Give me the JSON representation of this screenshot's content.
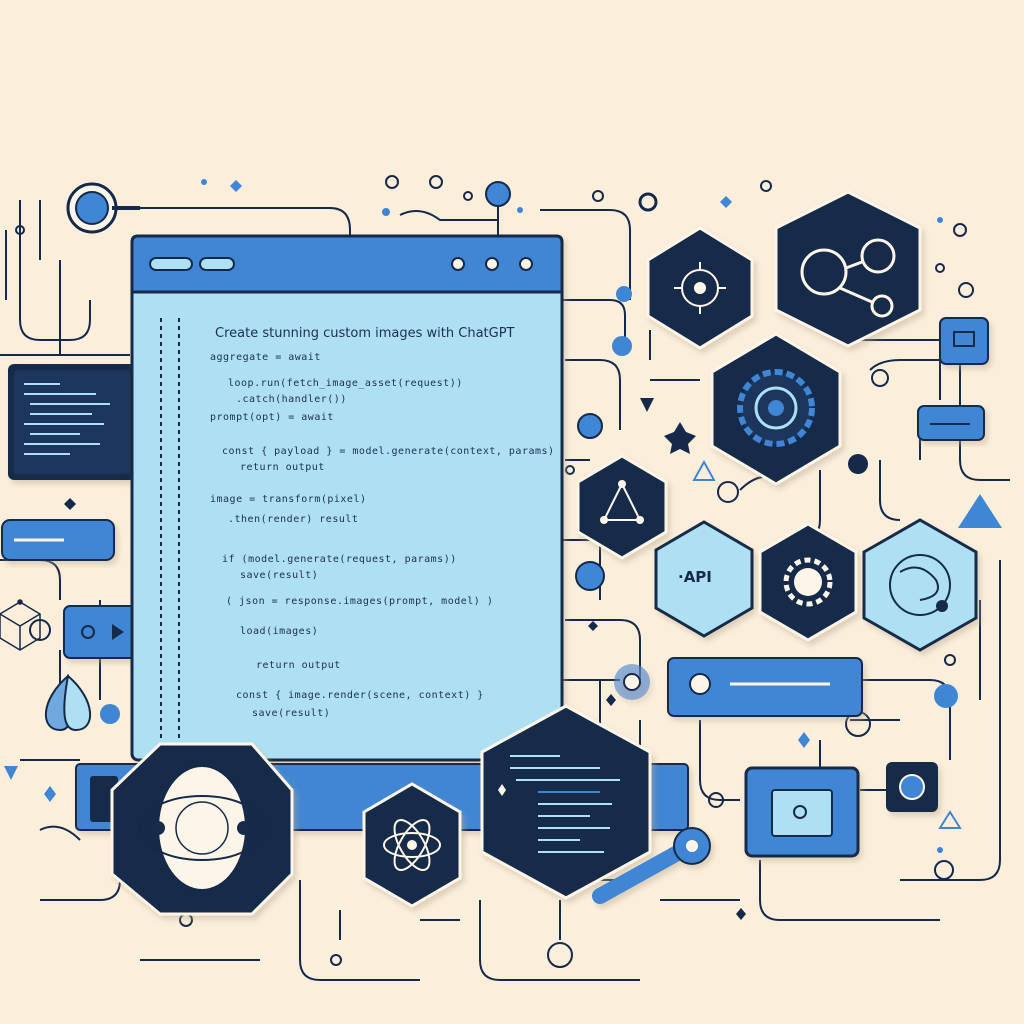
{
  "colors": {
    "background": "#fbefdc",
    "navy": "#17294a",
    "blue": "#3f86d4",
    "light_blue": "#aee0f2",
    "cream": "#fdf6e8"
  },
  "editor": {
    "title": "Create stunning custom images with ChatGPT",
    "window_buttons": [
      "minimize-pill",
      "restore-pill",
      "dot",
      "dot",
      "dot"
    ],
    "code_lines": [
      "aggregate = await",
      "loop.run(fetch_image_asset(request))",
      "  .catch(handler())",
      "prompt(opt) = await",
      "  const { payload } = model.generate(context, params)",
      "    return output",
      "image = transform(pixel)",
      "  .then(render) result",
      "  if (model.generate(request, params))",
      "    save(result)",
      "  ( json = response.images(prompt, model) )",
      "  load(images)",
      "    return output",
      "  const { image.render(scene, context) }",
      "  save(result)"
    ]
  },
  "hexagons": [
    {
      "icon": "atom-gear-icon"
    },
    {
      "icon": "network-nodes-icon"
    },
    {
      "icon": "gear-icon"
    },
    {
      "icon": "triangle-graph-icon"
    },
    {
      "label": "·API",
      "icon": "api-icon"
    },
    {
      "icon": "cog-icon"
    },
    {
      "icon": "orbit-icon"
    },
    {
      "icon": "brain-orbit-icon"
    },
    {
      "icon": "atom-icon"
    },
    {
      "icon": "code-terminal-icon"
    }
  ]
}
